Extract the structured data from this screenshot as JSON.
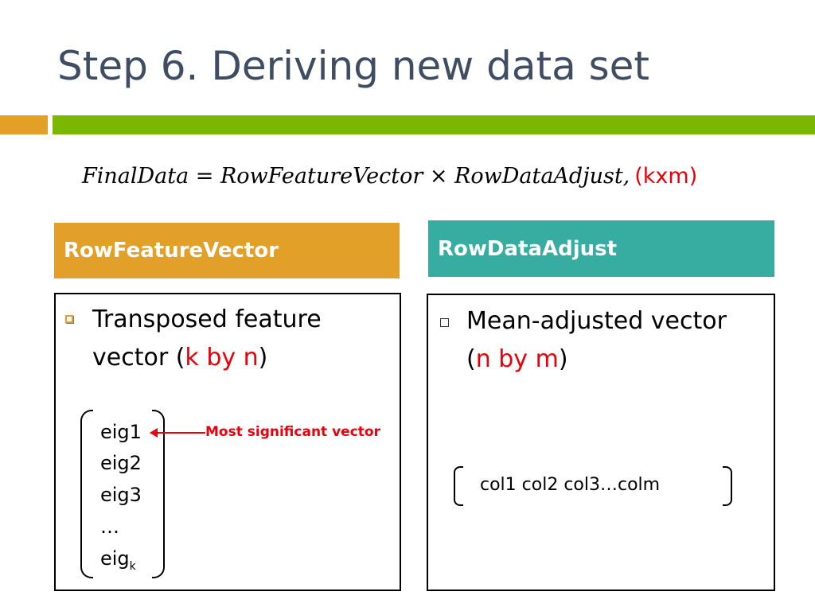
{
  "slide": {
    "title": "Step 6. Deriving new data set",
    "formula": "FinalData = RowFeatureVector × RowDataAdjust,",
    "formula_dims": "(kxm)",
    "colors": {
      "title": "#3f4d63",
      "orange_accent": "#e3a028",
      "green_accent": "#7ab800",
      "teal_accent": "#36ada0",
      "highlight_red": "#e8000b"
    }
  },
  "left_panel": {
    "header": "RowFeatureVector",
    "bullet": {
      "text_a": "Transposed feature",
      "text_b": "vector (",
      "dims": "k by n",
      "text_c": ")",
      "icon": "square-bullet-icon"
    },
    "vector": {
      "items": [
        "eig1",
        "eig2",
        "eig3",
        "…",
        "eig"
      ],
      "last_subscript": "k"
    },
    "annotation": "Most significant vector"
  },
  "right_panel": {
    "header": "RowDataAdjust",
    "bullet": {
      "text_a": "Mean-adjusted vector",
      "text_b": "(",
      "dims": "n by m",
      "text_c": ")",
      "icon": "hollow-square-bullet-icon"
    },
    "row_vector": "col1 col2 col3…colm"
  }
}
